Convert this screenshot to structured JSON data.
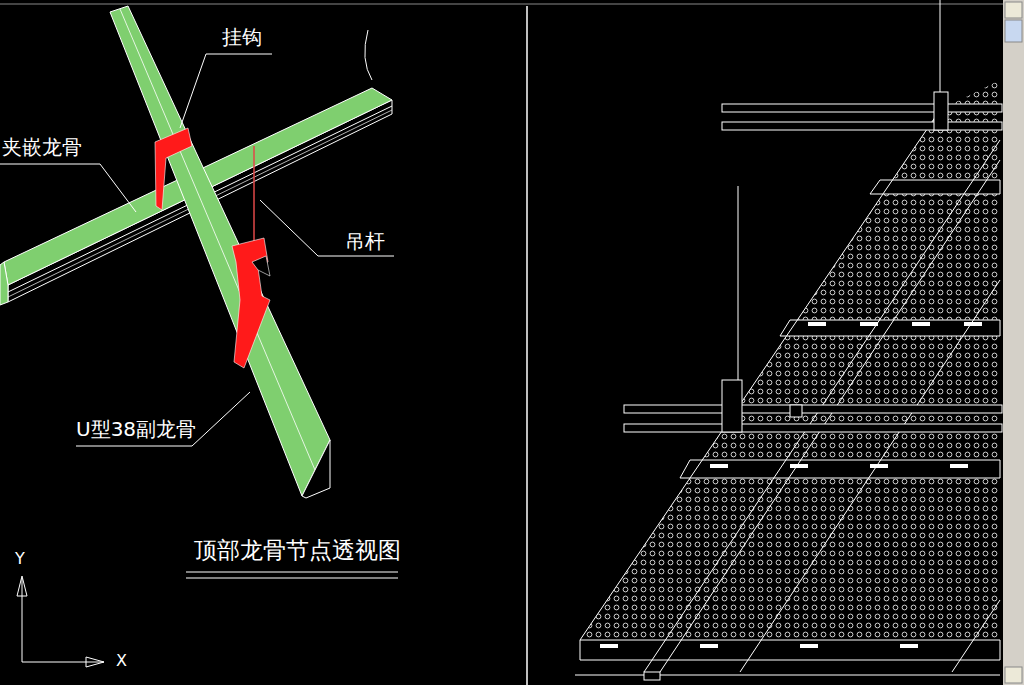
{
  "diagram": {
    "title": "顶部龙骨节点透视图",
    "labels": [
      "挂钩",
      "夹嵌龙骨",
      "吊杆",
      "U型38副龙骨",
      "Y",
      "X"
    ]
  }
}
